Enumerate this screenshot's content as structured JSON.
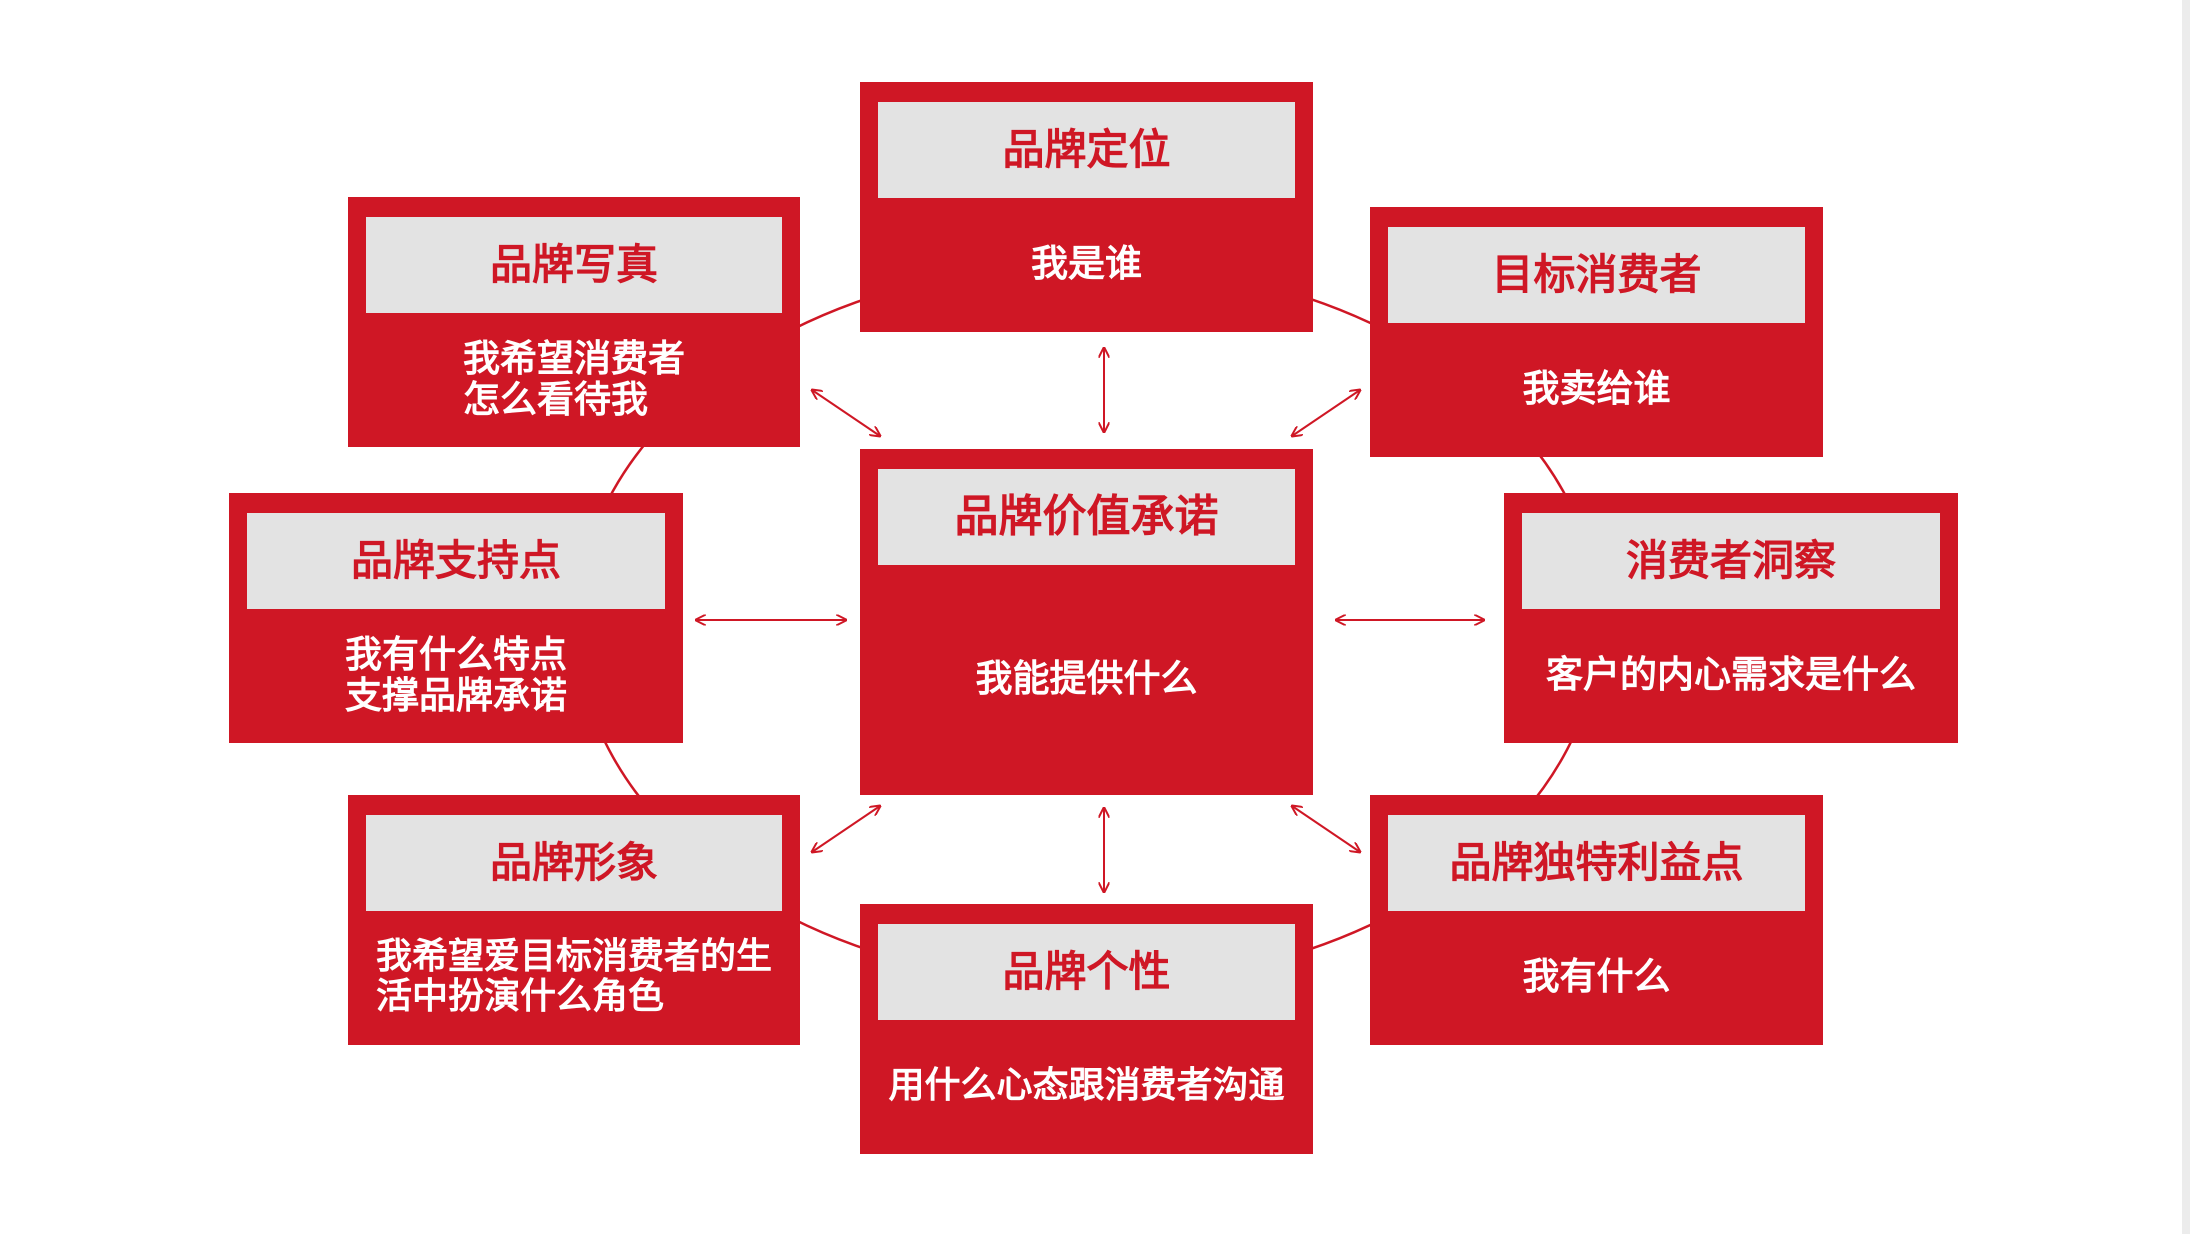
{
  "colors": {
    "brand_red": "#cf1725",
    "header_gray": "#e3e3e3",
    "text_white": "#ffffff"
  },
  "center": {
    "title": "品牌价值承诺",
    "desc": "我能提供什么"
  },
  "nodes": {
    "positioning": {
      "title": "品牌定位",
      "desc": "我是谁"
    },
    "target": {
      "title": "目标消费者",
      "desc": "我卖给谁"
    },
    "insight": {
      "title": "消费者洞察",
      "desc": "客户的内心需求是什么"
    },
    "benefit": {
      "title": "品牌独特利益点",
      "desc": "我有什么"
    },
    "personality": {
      "title": "品牌个性",
      "desc": "用什么心态跟消费者沟通"
    },
    "image": {
      "title": "品牌形象",
      "desc": "我希望爱目标消费者的生\n活中扮演什么角色"
    },
    "support": {
      "title": "品牌支持点",
      "desc": "我有什么特点\n支撑品牌承诺"
    },
    "portrait": {
      "title": "品牌写真",
      "desc": "我希望消费者\n怎么看待我"
    }
  }
}
